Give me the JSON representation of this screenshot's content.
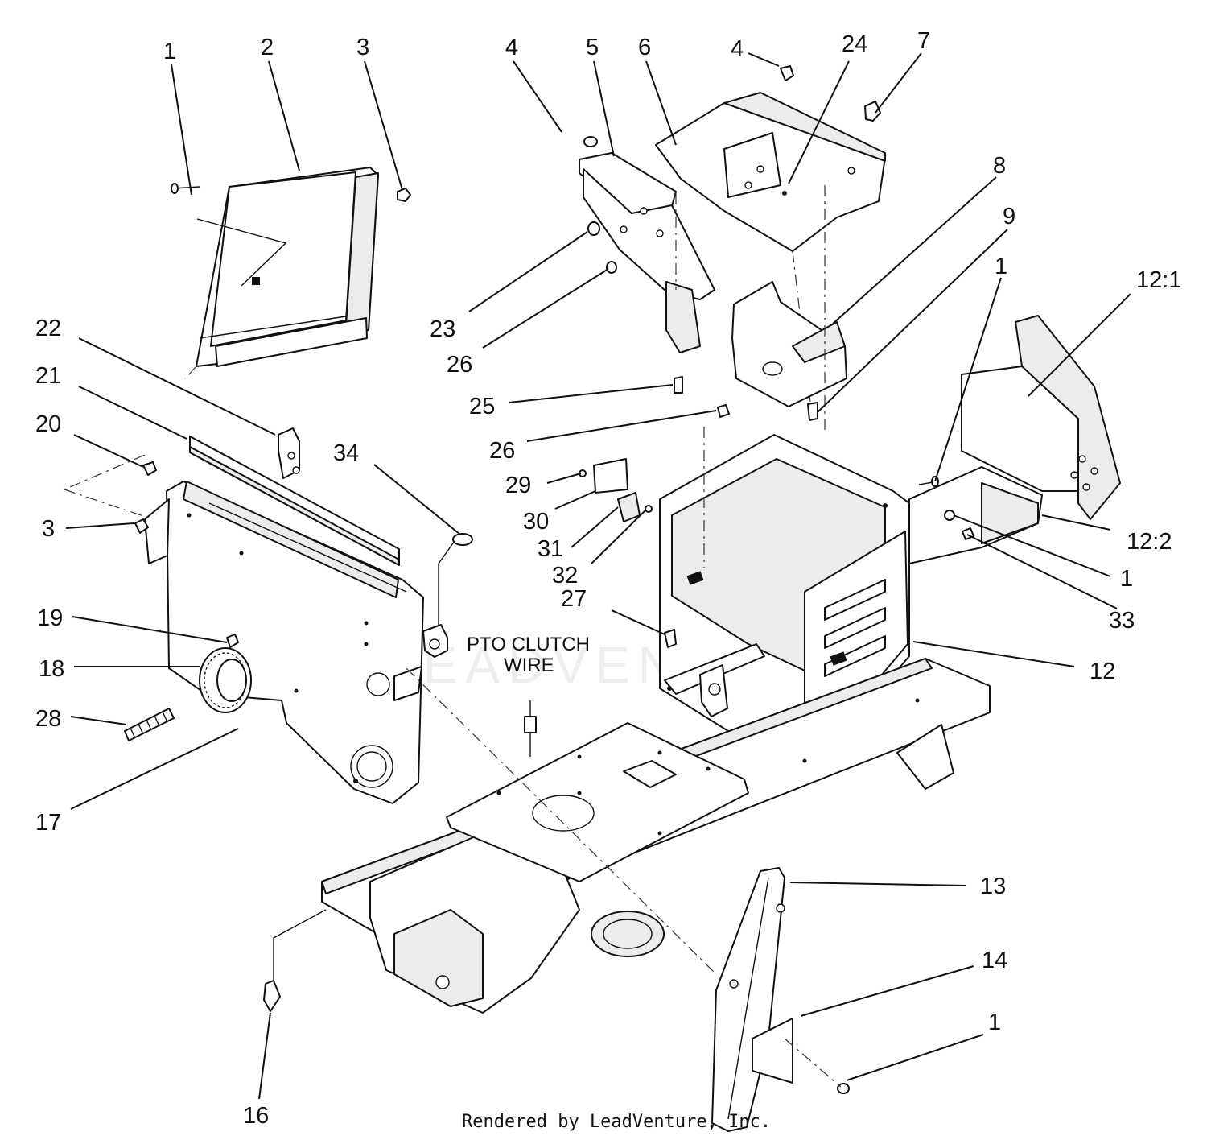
{
  "callouts": [
    {
      "id": "c1",
      "text": "1"
    },
    {
      "id": "c2",
      "text": "2"
    },
    {
      "id": "c3",
      "text": "3"
    },
    {
      "id": "c4",
      "text": "4"
    },
    {
      "id": "c5",
      "text": "5"
    },
    {
      "id": "c6",
      "text": "6"
    },
    {
      "id": "c4b",
      "text": "4"
    },
    {
      "id": "c24",
      "text": "24"
    },
    {
      "id": "c7",
      "text": "7"
    },
    {
      "id": "c8",
      "text": "8"
    },
    {
      "id": "c9",
      "text": "9"
    },
    {
      "id": "c1b",
      "text": "1"
    },
    {
      "id": "c12_1",
      "text": "12:1"
    },
    {
      "id": "c22",
      "text": "22"
    },
    {
      "id": "c21",
      "text": "21"
    },
    {
      "id": "c20",
      "text": "20"
    },
    {
      "id": "c3b",
      "text": "3"
    },
    {
      "id": "c34",
      "text": "34"
    },
    {
      "id": "c23",
      "text": "23"
    },
    {
      "id": "c26",
      "text": "26"
    },
    {
      "id": "c25",
      "text": "25"
    },
    {
      "id": "c26b",
      "text": "26"
    },
    {
      "id": "c29",
      "text": "29"
    },
    {
      "id": "c30",
      "text": "30"
    },
    {
      "id": "c31",
      "text": "31"
    },
    {
      "id": "c32",
      "text": "32"
    },
    {
      "id": "c27",
      "text": "27"
    },
    {
      "id": "c12_2",
      "text": "12:2"
    },
    {
      "id": "c1c",
      "text": "1"
    },
    {
      "id": "c33",
      "text": "33"
    },
    {
      "id": "c12",
      "text": "12"
    },
    {
      "id": "c19",
      "text": "19"
    },
    {
      "id": "c18",
      "text": "18"
    },
    {
      "id": "c28",
      "text": "28"
    },
    {
      "id": "c17",
      "text": "17"
    },
    {
      "id": "c13",
      "text": "13"
    },
    {
      "id": "c14",
      "text": "14"
    },
    {
      "id": "c1d",
      "text": "1"
    },
    {
      "id": "c16",
      "text": "16"
    }
  ],
  "notes": {
    "pto_line1": "PTO CLUTCH",
    "pto_line2": "WIRE"
  },
  "credit": "Rendered by LeadVenture, Inc.",
  "watermark": "LEADVENTURE"
}
